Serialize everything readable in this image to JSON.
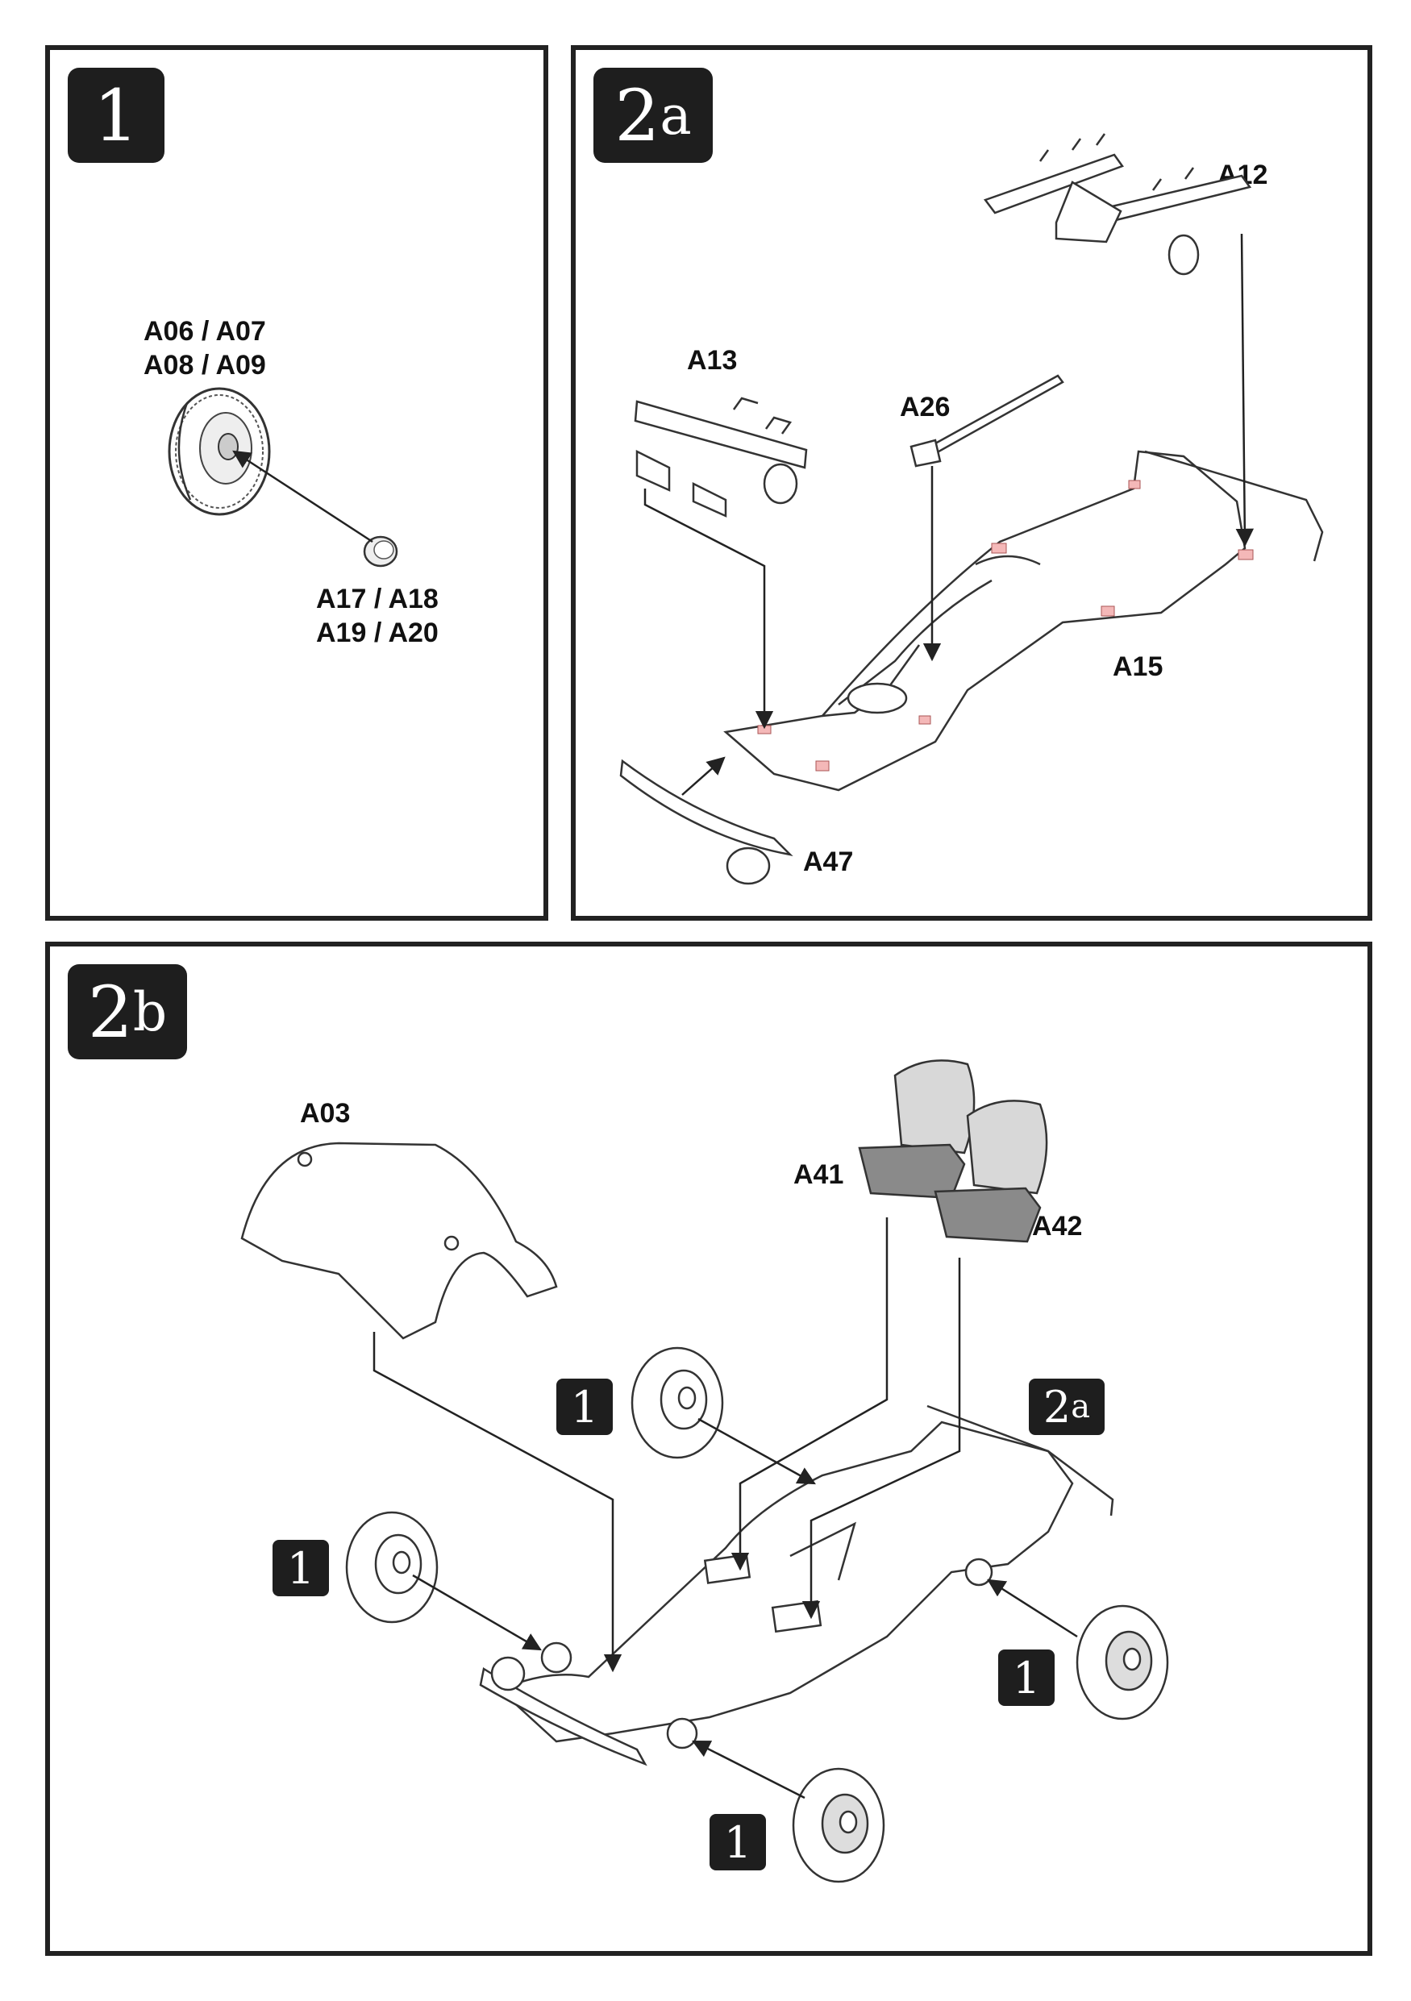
{
  "panels": {
    "step1": {
      "badge": "1",
      "wheel_label_line1": "A06 / A07",
      "wheel_label_line2": "A08 / A09",
      "hub_label_line1": "A17 / A18",
      "hub_label_line2": "A19 / A20"
    },
    "step2a": {
      "badge_num": "2",
      "badge_suffix": "a",
      "labels": {
        "a12": "A12",
        "a13": "A13",
        "a26": "A26",
        "a15": "A15",
        "a47": "A47"
      }
    },
    "step2b": {
      "badge_num": "2",
      "badge_suffix": "b",
      "labels": {
        "a03": "A03",
        "a41": "A41",
        "a42": "A42"
      },
      "ref_badges": {
        "wheel_ref": "1",
        "subassembly_ref_num": "2",
        "subassembly_ref_suffix": "a"
      }
    }
  },
  "colors": {
    "badge_bg": "#1e1e1e",
    "highlight": "#f4b8b8",
    "seat_fill": "#8a8a8a"
  }
}
